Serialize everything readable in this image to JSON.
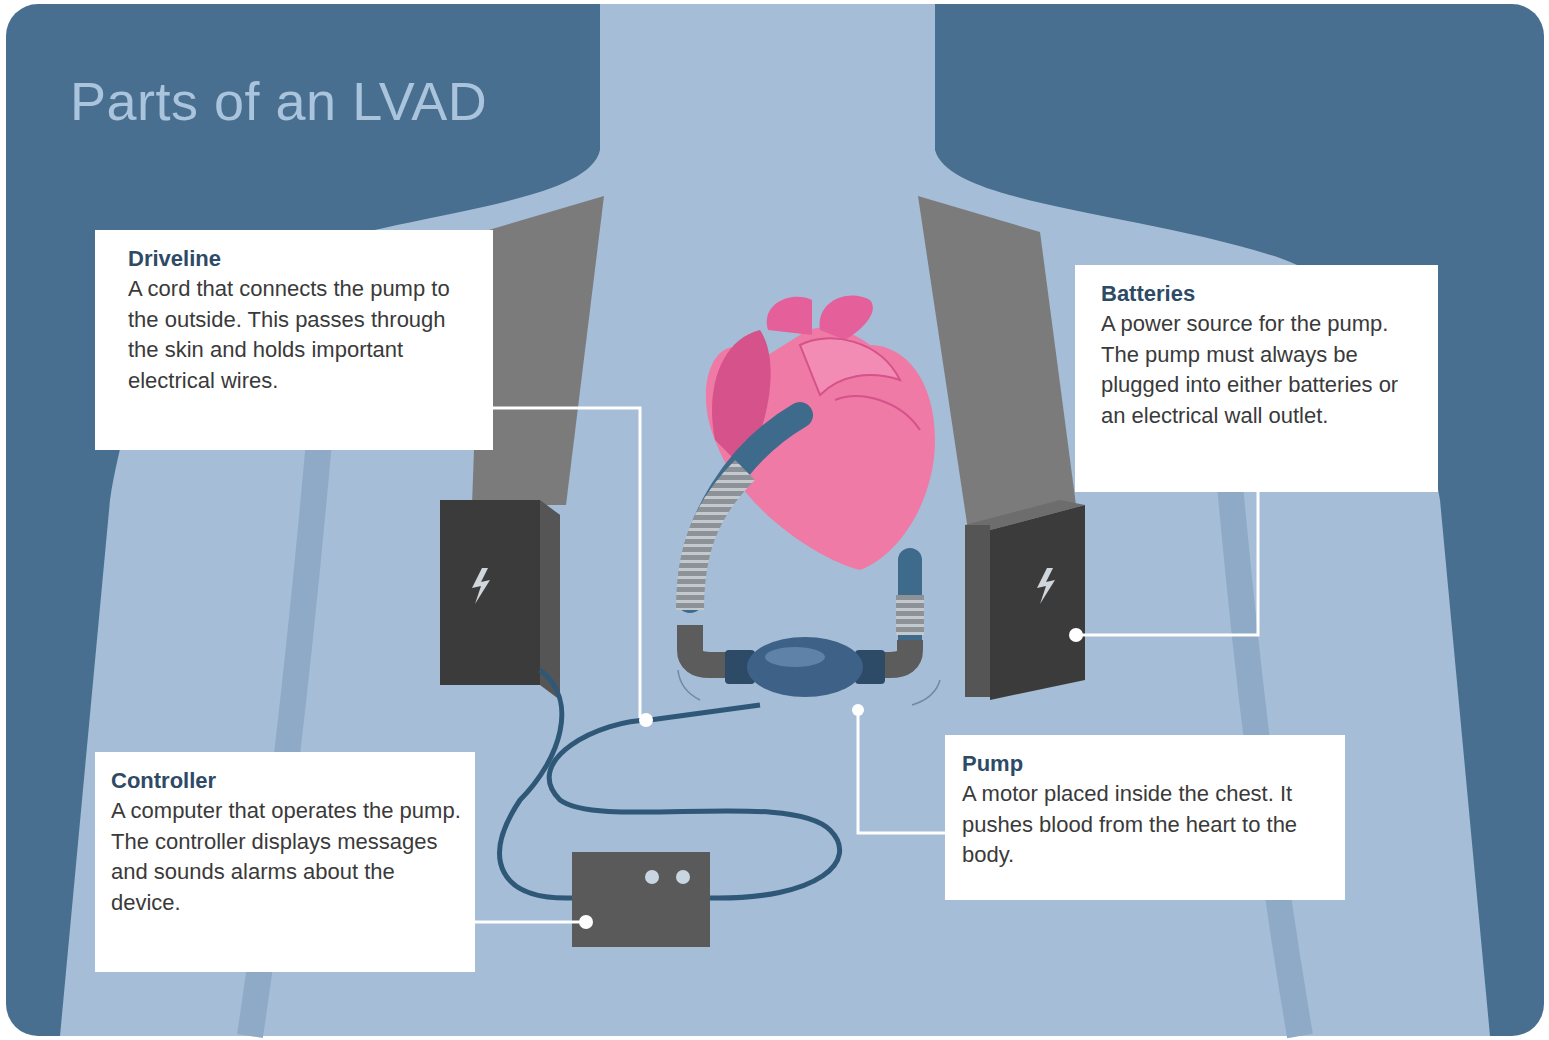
{
  "diagram": {
    "title": "Parts of an LVAD",
    "nodes": [
      {
        "text": [
          "Driveline",
          "A cord that connects the pump to the outside. This passes through the skin and holds important electrical wires."
        ]
      },
      {
        "text": [
          "Batteries",
          "A power source for the pump. The pump must always be plugged into either batteries or an electrical wall outlet."
        ]
      },
      {
        "text": [
          "Pump",
          "A motor placed inside the chest. It pushes blood from the heart to the body."
        ]
      },
      {
        "text": [
          "Controller",
          "A computer that operates the pump. The controller displays messages and sounds alarms about the device."
        ]
      }
    ]
  }
}
